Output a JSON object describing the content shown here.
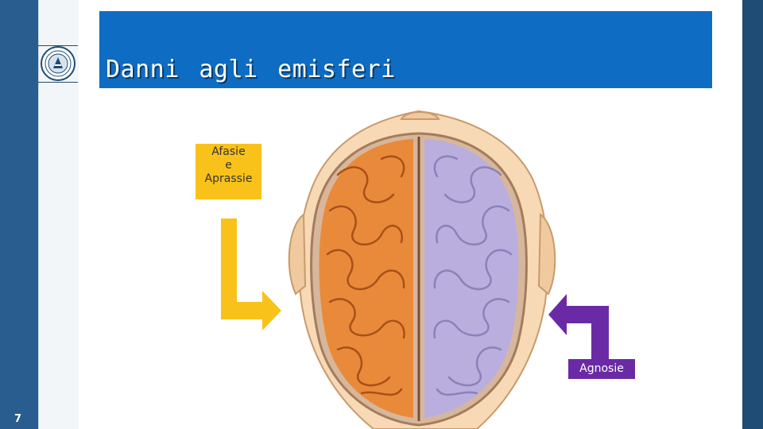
{
  "title": "Danni  agli  emisferi",
  "page_number": "7",
  "labels": {
    "left_hemisphere": "Afasie\ne\nAprassie",
    "right_hemisphere": "Agnosie"
  },
  "colors": {
    "title_bar": "#0f6cc3",
    "left_arrow": "#f9c21a",
    "right_arrow": "#6b2aa5",
    "left_hemisphere": "#e98a3a",
    "right_hemisphere": "#b9aede"
  },
  "icons": {
    "logo": "university-seal-icon"
  }
}
